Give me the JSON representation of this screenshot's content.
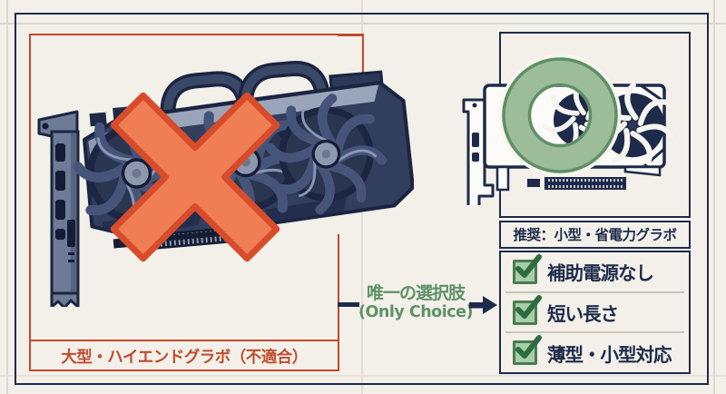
{
  "palette": {
    "background": "#f2f0e9",
    "frame_navy": "#1e2a4a",
    "panel_orange": "#c14b2e",
    "x_mark_fill": "#ef7e55",
    "x_mark_border": "#d84c2b",
    "o_mark_green": "#9cbc9a",
    "o_mark_edge": "#5f8f65",
    "choice_text_green": "#5f9168",
    "checkbox_fill": "#a9cda6",
    "checkbox_border": "#4a7b50",
    "check_mark_green": "#2e6b42"
  },
  "left_panel": {
    "caption": "大型・ハイエンドグラボ（不適合）",
    "illustration": "large-triple-fan-gpu",
    "mark": "x-cross"
  },
  "connector": {
    "label_jp": "唯一の選択肢",
    "label_en": "(Only Choice)"
  },
  "right_panel": {
    "illustration": "small-single-fan-gpu",
    "mark": "o-circle",
    "header": "推奨：小型・省電力グラボ",
    "checklist": [
      {
        "label": "補助電源なし",
        "checked": true
      },
      {
        "label": "短い長さ",
        "checked": true
      },
      {
        "label": "薄型・小型対応",
        "checked": true
      }
    ]
  }
}
